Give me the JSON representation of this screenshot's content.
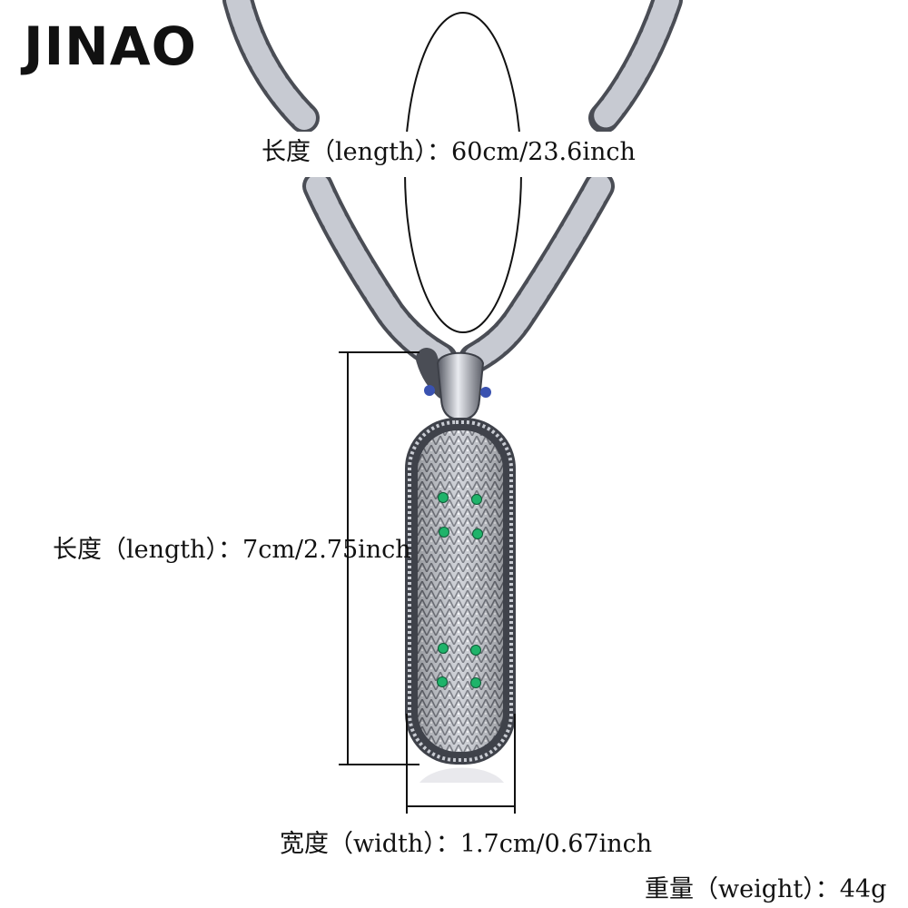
{
  "brand": "JINAO",
  "labels": {
    "chain_length": "长度（length）：60cm/23.6inch",
    "pendant_length": "长度（length）：7cm/2.75inch",
    "pendant_width": "宽度（width）：1.7cm/0.67inch",
    "weight": "重量（weight）：44g"
  },
  "colors": {
    "background": "#ffffff",
    "text": "#111111",
    "metal": "#b9bcc4",
    "metal_dark": "#4e515a",
    "gem": "#1fb36a"
  }
}
